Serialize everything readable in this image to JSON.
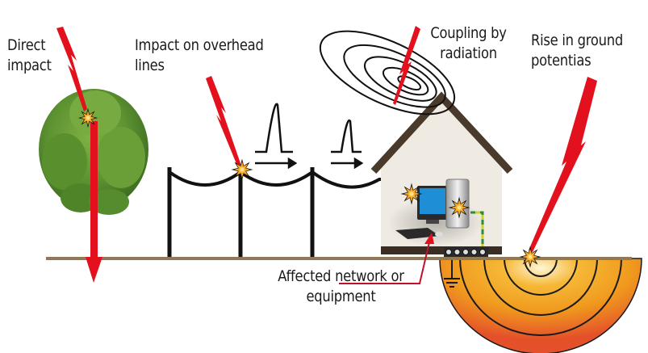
{
  "diagram": {
    "title": "Lightning surge coupling paths",
    "labels": {
      "direct_impact": "Direct\nimpact",
      "overhead_lines": "Impact on overhead\nlines",
      "coupling_radiation": "Coupling by\nradiation",
      "ground_potential": "Rise in ground\npotentias",
      "affected_equipment": "Affected network or\nequipment"
    },
    "colors": {
      "lightning": "#e3101e",
      "ground_line": "#8f7a55",
      "tree": "#5a8f2e",
      "wire": "#111111",
      "house_wall": "#efebe3",
      "roof": "#4a3a2c",
      "ground_hot": "#f3a21c",
      "ground_outer": "#e8562a",
      "earth_wire": "#c8d22a",
      "monitor": "#1e8fd6"
    },
    "elements": {
      "poles": 3,
      "surge_pulses": 2,
      "power_strip_sockets": 5,
      "ground_rings": 4,
      "radiation_rings": 5
    }
  }
}
